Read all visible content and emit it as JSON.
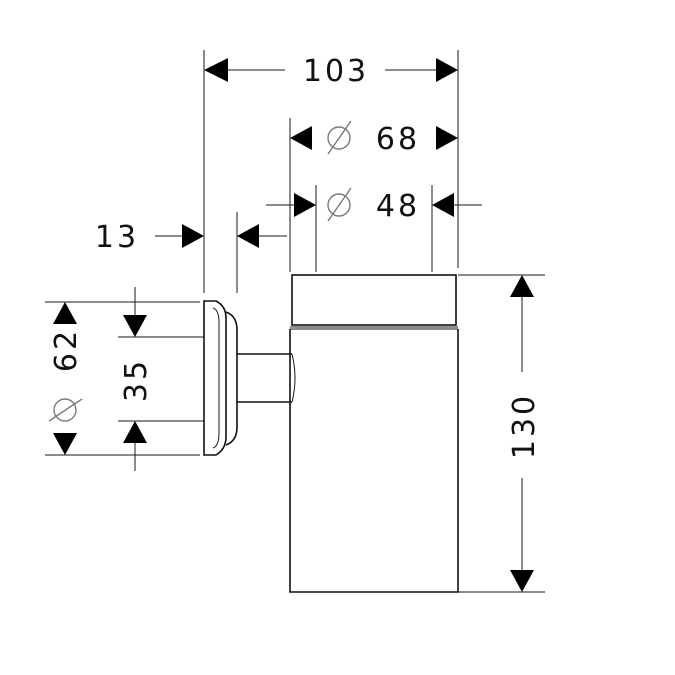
{
  "dimensions": {
    "overall_depth": "103",
    "outer_diameter": "68",
    "inner_diameter": "48",
    "wall_offset": "13",
    "plate_diameter": "62",
    "fixing_distance": "35",
    "height": "130"
  }
}
